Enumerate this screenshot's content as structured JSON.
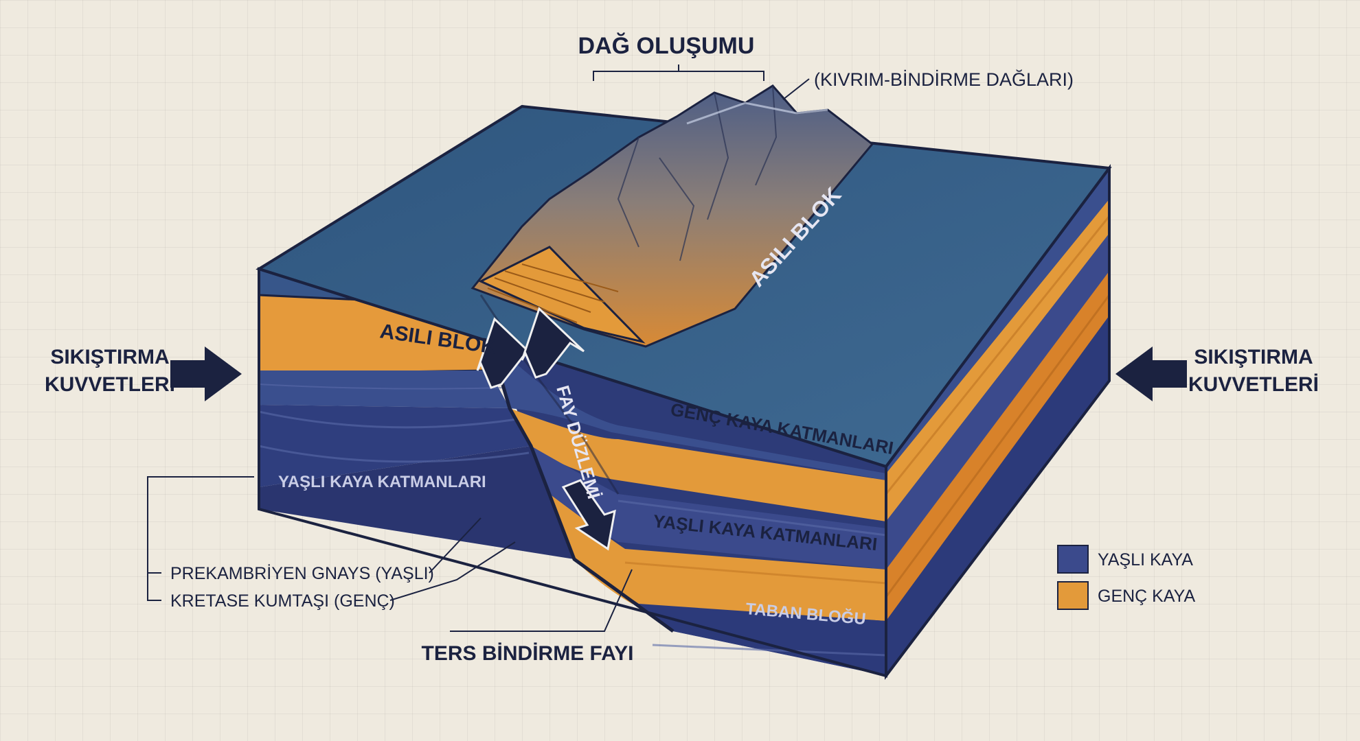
{
  "title": "DAĞ OLUŞUMU",
  "subtitle": "(KIVRIM-BİNDİRME DAĞLARI)",
  "left_force": {
    "line1": "SIKIŞTIRMA",
    "line2": "KUVVETLERİ"
  },
  "right_force": {
    "line1": "SIKIŞTIRMA",
    "line2": "KUVVETLERİ"
  },
  "labels": {
    "hanging_block_top": "ASILI BLOK",
    "hanging_block_front": "ASILI BLOK",
    "fault_plane": "FAY DÜZLEMİ",
    "young_layers": "GENÇ KAYA KATMANLARI",
    "old_layers_right": "YAŞLI KAYA KATMANLARI",
    "old_layers_left": "YAŞLI KAYA KATMANLARI",
    "footwall": "TABAN BLOĞU",
    "precambrian": "PREKAMBRİYEN GNAYS (YAŞLI)",
    "cretaceous": "KRETASE KUMTAŞI (GENÇ)",
    "fault_type": "TERS BİNDİRME FAYI"
  },
  "legend": [
    {
      "label": "YAŞLI KAYA",
      "color": "#3b4a8c"
    },
    {
      "label": "GENÇ KAYA",
      "color": "#e39a3a"
    }
  ],
  "colors": {
    "old_rock": "#3b4a8c",
    "young_rock": "#e39a3a",
    "surface": "#3e6690",
    "text_dark": "#1b2240"
  }
}
